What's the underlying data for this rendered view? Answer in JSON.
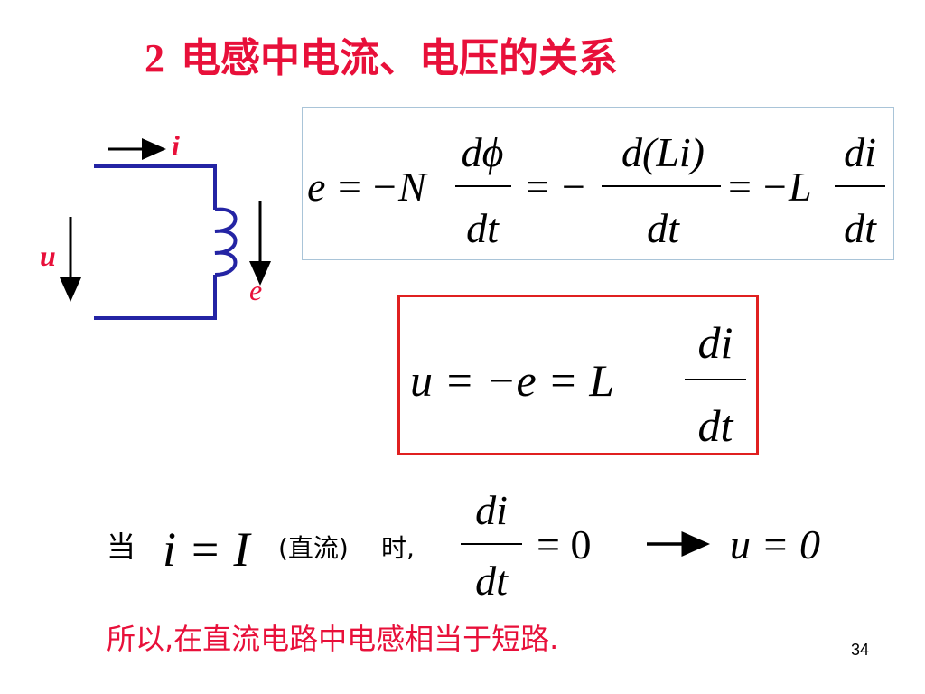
{
  "slide": {
    "title_number": "2",
    "title_text": "电感中电流、电压的关系",
    "page_number": "34"
  },
  "circuit": {
    "current_label": "i",
    "voltage_label": "u",
    "emf_label": "e",
    "wire_color": "#2020a0",
    "label_color": "#e8103a"
  },
  "equation1": {
    "lhs": "e",
    "eq": "=",
    "neg_N": "−N",
    "frac1_num": "dϕ",
    "frac1_den": "dt",
    "minus": "−",
    "frac2_num": "d(Li)",
    "frac2_den": "dt",
    "neg_L": "−L",
    "frac3_num": "di",
    "frac3_den": "dt"
  },
  "equation2": {
    "text": "u = −e = L",
    "frac_num": "di",
    "frac_den": "dt"
  },
  "condition": {
    "when": "当",
    "expr": "i = I",
    "dc_note": "(直流)",
    "time": "时,",
    "frac_num": "di",
    "frac_den": "dt",
    "eq_zero": "= 0",
    "result": "u = 0"
  },
  "conclusion": "所以,在直流电路中电感相当于短路."
}
